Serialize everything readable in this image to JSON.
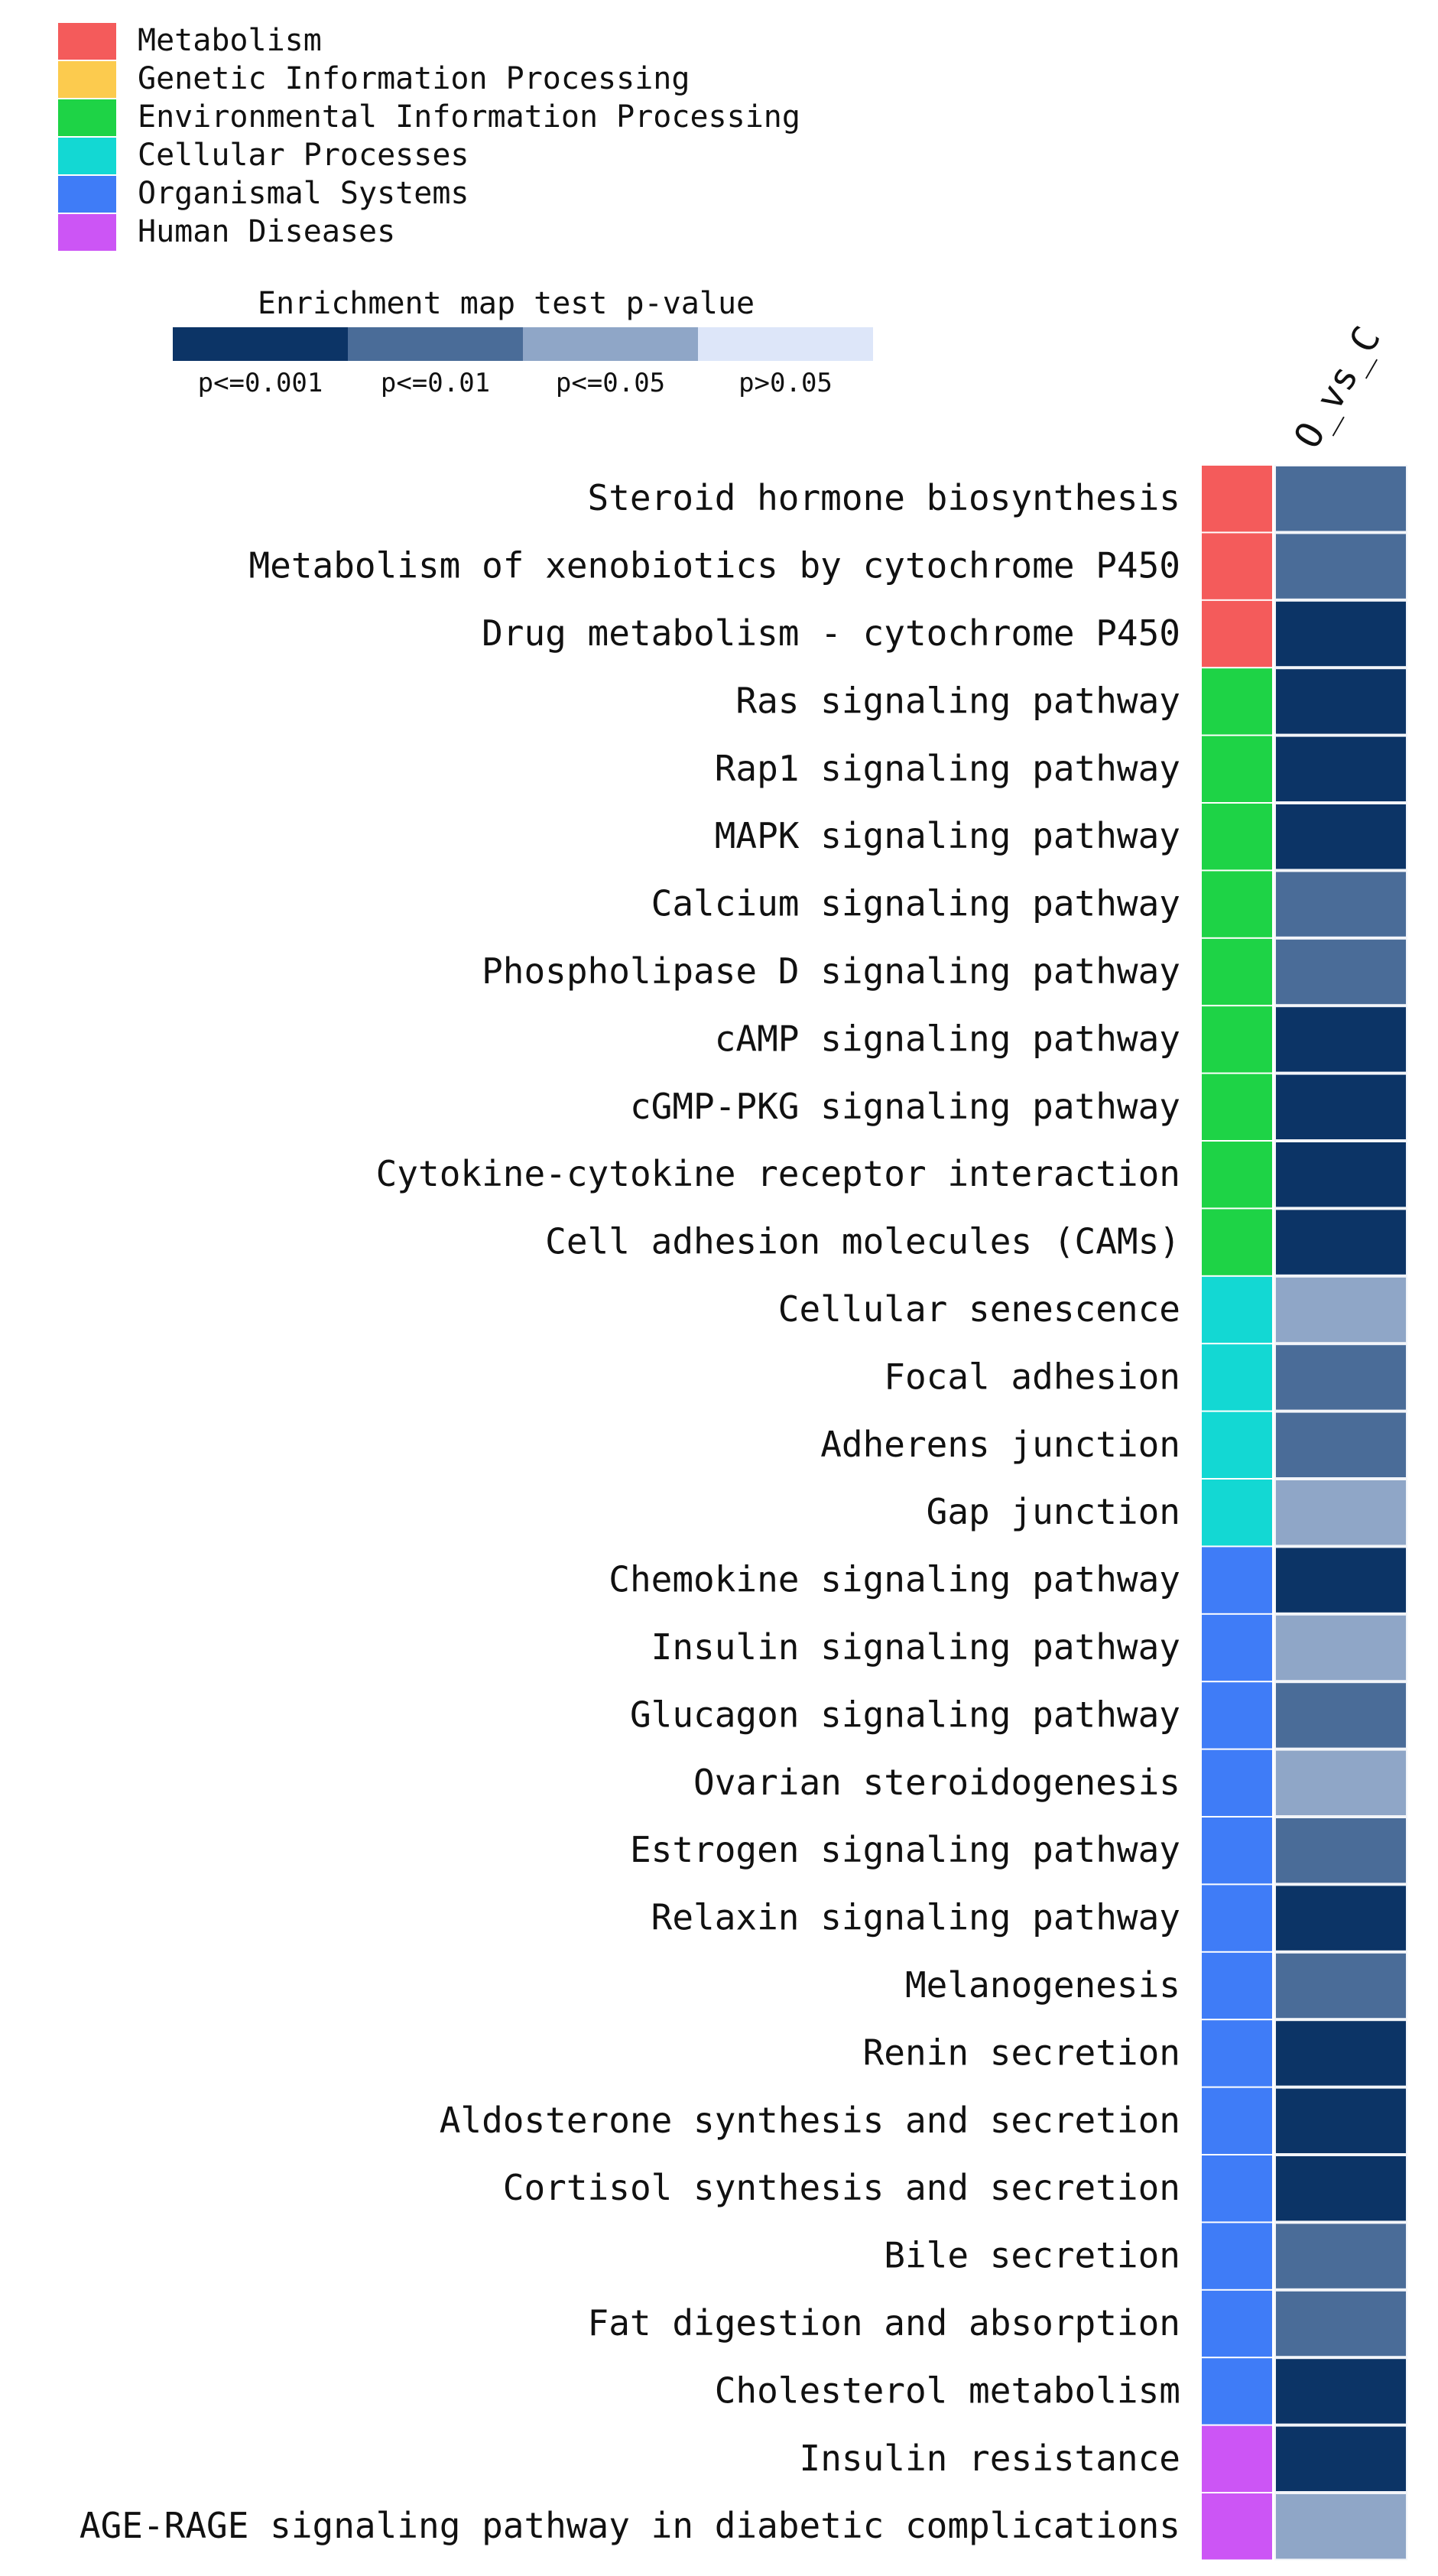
{
  "chart_data": {
    "type": "heatmap",
    "title": "",
    "category_legend": {
      "items": [
        {
          "label": "Metabolism",
          "color": "#f45b5b"
        },
        {
          "label": "Genetic Information Processing",
          "color": "#fccb4e"
        },
        {
          "label": "Environmental Information Processing",
          "color": "#1ed346"
        },
        {
          "label": "Cellular Processes",
          "color": "#13d8d3"
        },
        {
          "label": "Organismal Systems",
          "color": "#3f7cf7"
        },
        {
          "label": "Human Diseases",
          "color": "#cc55f5"
        }
      ]
    },
    "pvalue_legend": {
      "title": "Enrichment map test p-value",
      "bins": [
        {
          "label": "p<=0.001",
          "color": "#0c3466"
        },
        {
          "label": "p<=0.01",
          "color": "#4a6c98"
        },
        {
          "label": "p<=0.05",
          "color": "#8fa6c7"
        },
        {
          "label": "p>0.05",
          "color": "#dde6f9"
        }
      ]
    },
    "columns": [
      "O_vs_C"
    ],
    "rows": [
      {
        "pathway": "Steroid hormone biosynthesis",
        "category": "Metabolism",
        "bin": "p<=0.01"
      },
      {
        "pathway": "Metabolism of xenobiotics by cytochrome P450",
        "category": "Metabolism",
        "bin": "p<=0.01"
      },
      {
        "pathway": "Drug metabolism - cytochrome P450",
        "category": "Metabolism",
        "bin": "p<=0.001"
      },
      {
        "pathway": "Ras signaling pathway",
        "category": "Environmental Information Processing",
        "bin": "p<=0.001"
      },
      {
        "pathway": "Rap1 signaling pathway",
        "category": "Environmental Information Processing",
        "bin": "p<=0.001"
      },
      {
        "pathway": "MAPK signaling pathway",
        "category": "Environmental Information Processing",
        "bin": "p<=0.001"
      },
      {
        "pathway": "Calcium signaling pathway",
        "category": "Environmental Information Processing",
        "bin": "p<=0.01"
      },
      {
        "pathway": "Phospholipase D signaling pathway",
        "category": "Environmental Information Processing",
        "bin": "p<=0.01"
      },
      {
        "pathway": "cAMP signaling pathway",
        "category": "Environmental Information Processing",
        "bin": "p<=0.001"
      },
      {
        "pathway": "cGMP-PKG signaling pathway",
        "category": "Environmental Information Processing",
        "bin": "p<=0.001"
      },
      {
        "pathway": "Cytokine-cytokine receptor interaction",
        "category": "Environmental Information Processing",
        "bin": "p<=0.001"
      },
      {
        "pathway": "Cell adhesion molecules (CAMs)",
        "category": "Environmental Information Processing",
        "bin": "p<=0.001"
      },
      {
        "pathway": "Cellular senescence",
        "category": "Cellular Processes",
        "bin": "p<=0.05"
      },
      {
        "pathway": "Focal adhesion",
        "category": "Cellular Processes",
        "bin": "p<=0.01"
      },
      {
        "pathway": "Adherens junction",
        "category": "Cellular Processes",
        "bin": "p<=0.01"
      },
      {
        "pathway": "Gap junction",
        "category": "Cellular Processes",
        "bin": "p<=0.05"
      },
      {
        "pathway": "Chemokine signaling pathway",
        "category": "Organismal Systems",
        "bin": "p<=0.001"
      },
      {
        "pathway": "Insulin signaling pathway",
        "category": "Organismal Systems",
        "bin": "p<=0.05"
      },
      {
        "pathway": "Glucagon signaling pathway",
        "category": "Organismal Systems",
        "bin": "p<=0.01"
      },
      {
        "pathway": "Ovarian steroidogenesis",
        "category": "Organismal Systems",
        "bin": "p<=0.05"
      },
      {
        "pathway": "Estrogen signaling pathway",
        "category": "Organismal Systems",
        "bin": "p<=0.01"
      },
      {
        "pathway": "Relaxin signaling pathway",
        "category": "Organismal Systems",
        "bin": "p<=0.001"
      },
      {
        "pathway": "Melanogenesis",
        "category": "Organismal Systems",
        "bin": "p<=0.01"
      },
      {
        "pathway": "Renin secretion",
        "category": "Organismal Systems",
        "bin": "p<=0.001"
      },
      {
        "pathway": "Aldosterone synthesis and secretion",
        "category": "Organismal Systems",
        "bin": "p<=0.001"
      },
      {
        "pathway": "Cortisol synthesis and secretion",
        "category": "Organismal Systems",
        "bin": "p<=0.001"
      },
      {
        "pathway": "Bile secretion",
        "category": "Organismal Systems",
        "bin": "p<=0.01"
      },
      {
        "pathway": "Fat digestion and absorption",
        "category": "Organismal Systems",
        "bin": "p<=0.01"
      },
      {
        "pathway": "Cholesterol metabolism",
        "category": "Organismal Systems",
        "bin": "p<=0.001"
      },
      {
        "pathway": "Insulin resistance",
        "category": "Human Diseases",
        "bin": "p<=0.001"
      },
      {
        "pathway": "AGE-RAGE signaling pathway in diabetic complications",
        "category": "Human Diseases",
        "bin": "p<=0.05"
      }
    ]
  }
}
